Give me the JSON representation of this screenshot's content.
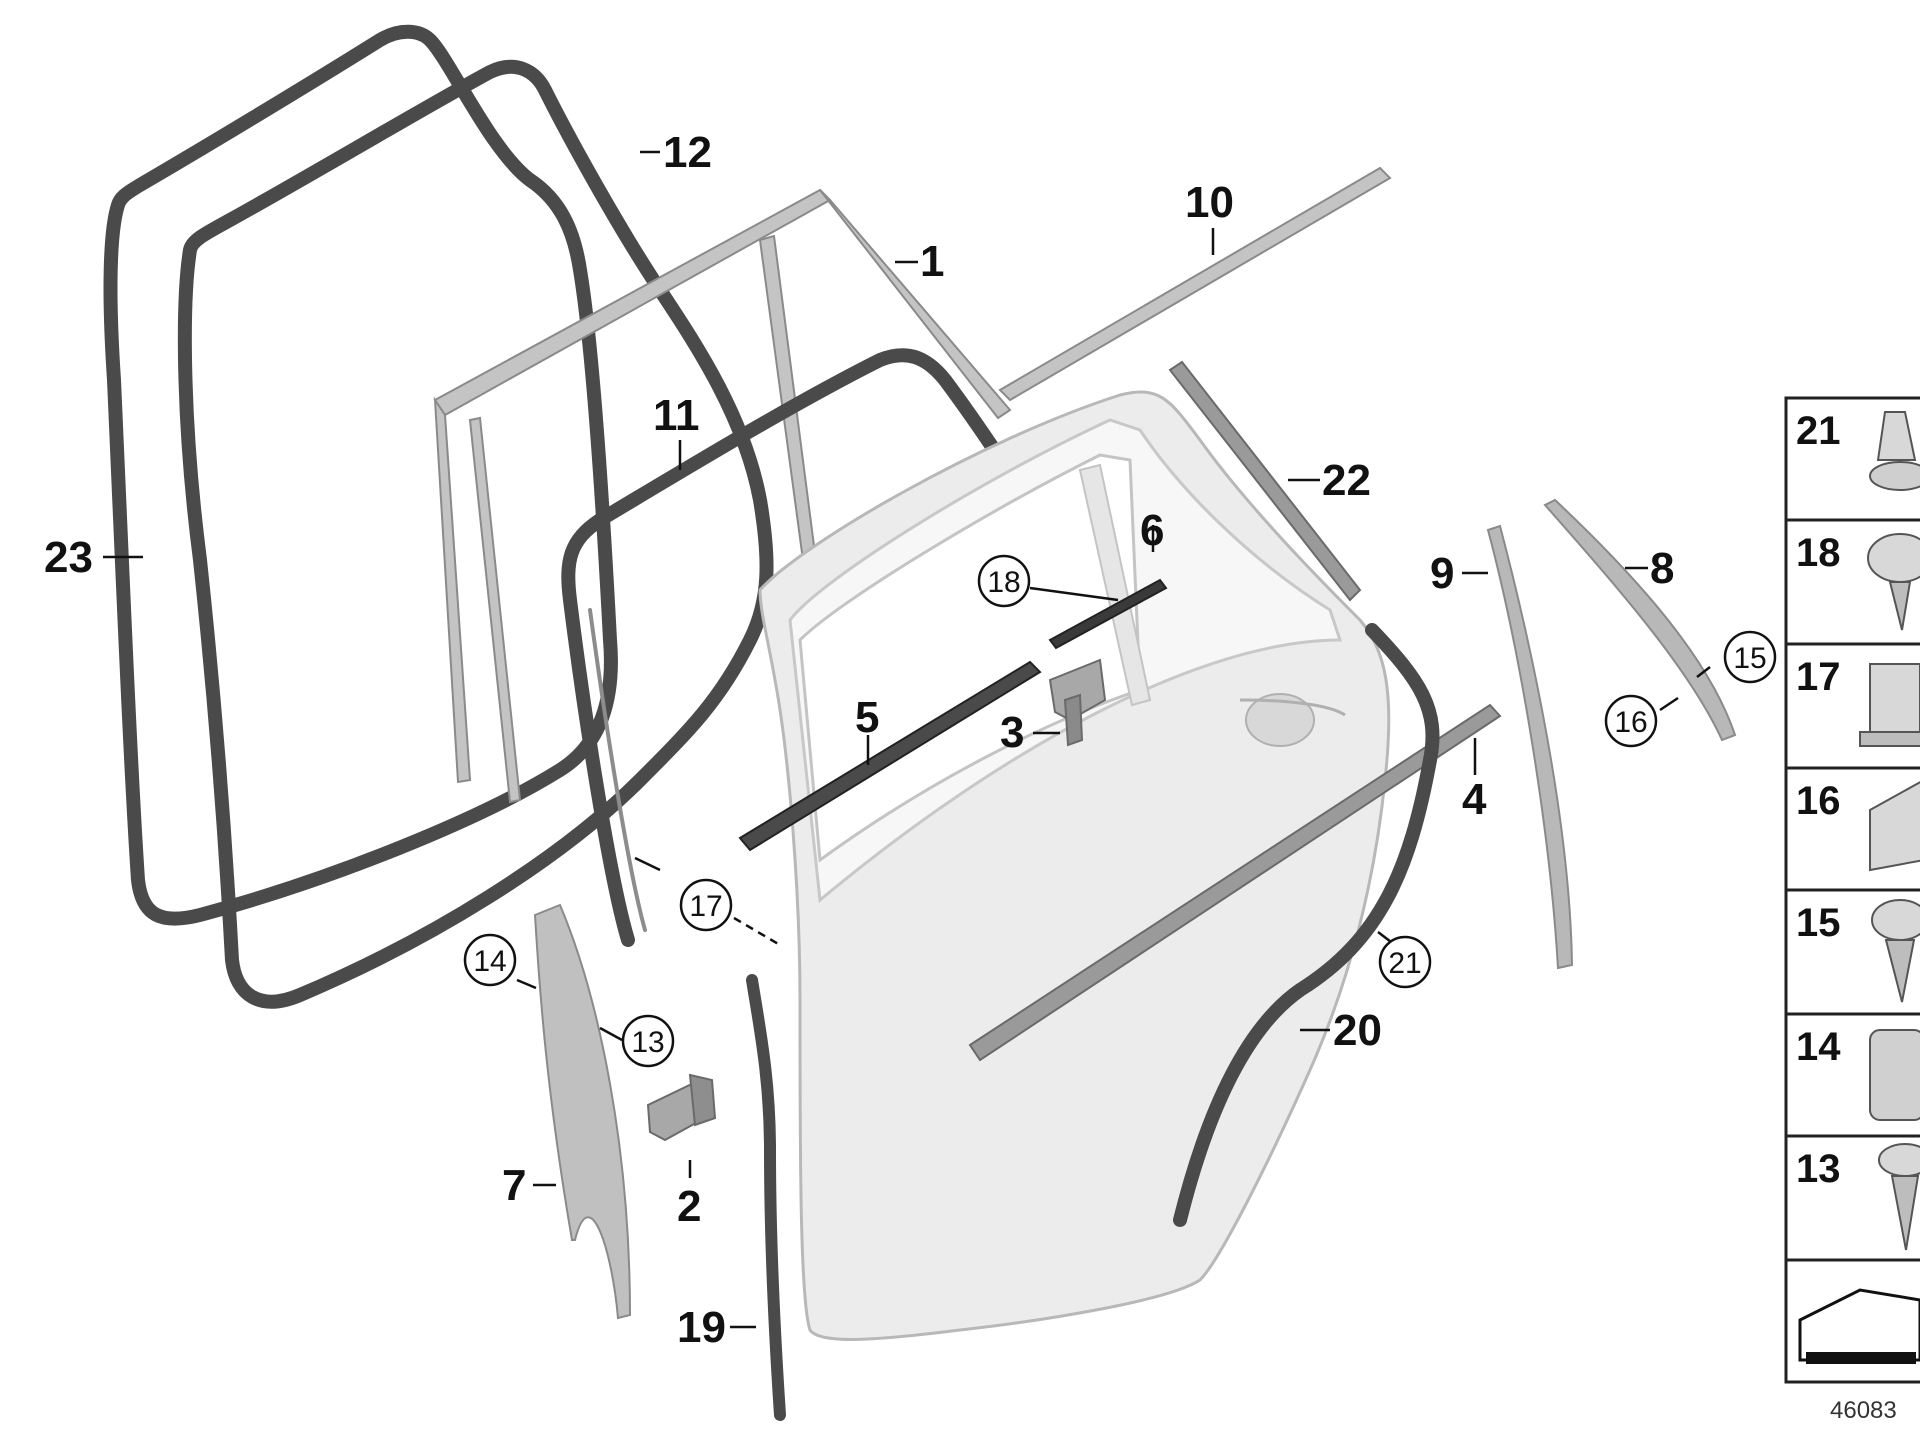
{
  "callouts": {
    "c1": "1",
    "c2": "2",
    "c3": "3",
    "c4": "4",
    "c5": "5",
    "c6": "6",
    "c7": "7",
    "c8": "8",
    "c9": "9",
    "c10": "10",
    "c11": "11",
    "c12": "12",
    "c19": "19",
    "c20": "20",
    "c22": "22",
    "c23": "23"
  },
  "circled_callouts": {
    "c13": "13",
    "c14": "14",
    "c15": "15",
    "c16": "16",
    "c17": "17",
    "c18": "18",
    "c21": "21"
  },
  "legend": {
    "items": [
      "21",
      "18",
      "17",
      "16",
      "15",
      "14",
      "13"
    ]
  },
  "doc_id": "46083"
}
